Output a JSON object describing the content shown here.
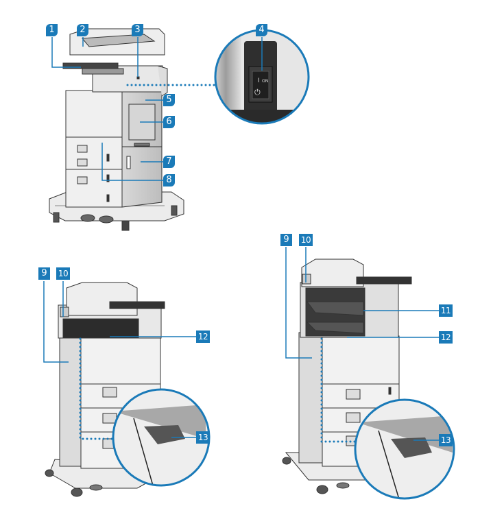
{
  "diagram": {
    "title": "Printer parts overview",
    "accent_color": "#1a7ab8",
    "callout_line_color": "#1a7ab8",
    "views": [
      {
        "name": "front-view-standard",
        "callouts": [
          {
            "id": 1,
            "label": "1"
          },
          {
            "id": 2,
            "label": "2"
          },
          {
            "id": 3,
            "label": "3"
          },
          {
            "id": 4,
            "label": "4"
          },
          {
            "id": 5,
            "label": "5"
          },
          {
            "id": 6,
            "label": "6"
          },
          {
            "id": 7,
            "label": "7"
          },
          {
            "id": 8,
            "label": "8"
          }
        ],
        "inset": {
          "subject": "power-switch",
          "switch_text": {
            "on_symbol": "I",
            "on_label": "ON",
            "off_symbol": "⏻"
          }
        }
      },
      {
        "name": "rear-view-standard",
        "callouts": [
          {
            "id": 9,
            "label": "9"
          },
          {
            "id": 10,
            "label": "10"
          },
          {
            "id": 12,
            "label": "12"
          },
          {
            "id": 13,
            "label": "13"
          }
        ],
        "inset": {
          "subject": "output-tray-lever"
        }
      },
      {
        "name": "rear-view-with-finisher",
        "callouts": [
          {
            "id": 9,
            "label": "9"
          },
          {
            "id": 10,
            "label": "10"
          },
          {
            "id": 11,
            "label": "11"
          },
          {
            "id": 12,
            "label": "12"
          },
          {
            "id": 13,
            "label": "13"
          }
        ],
        "inset": {
          "subject": "output-tray-lever"
        }
      }
    ]
  }
}
